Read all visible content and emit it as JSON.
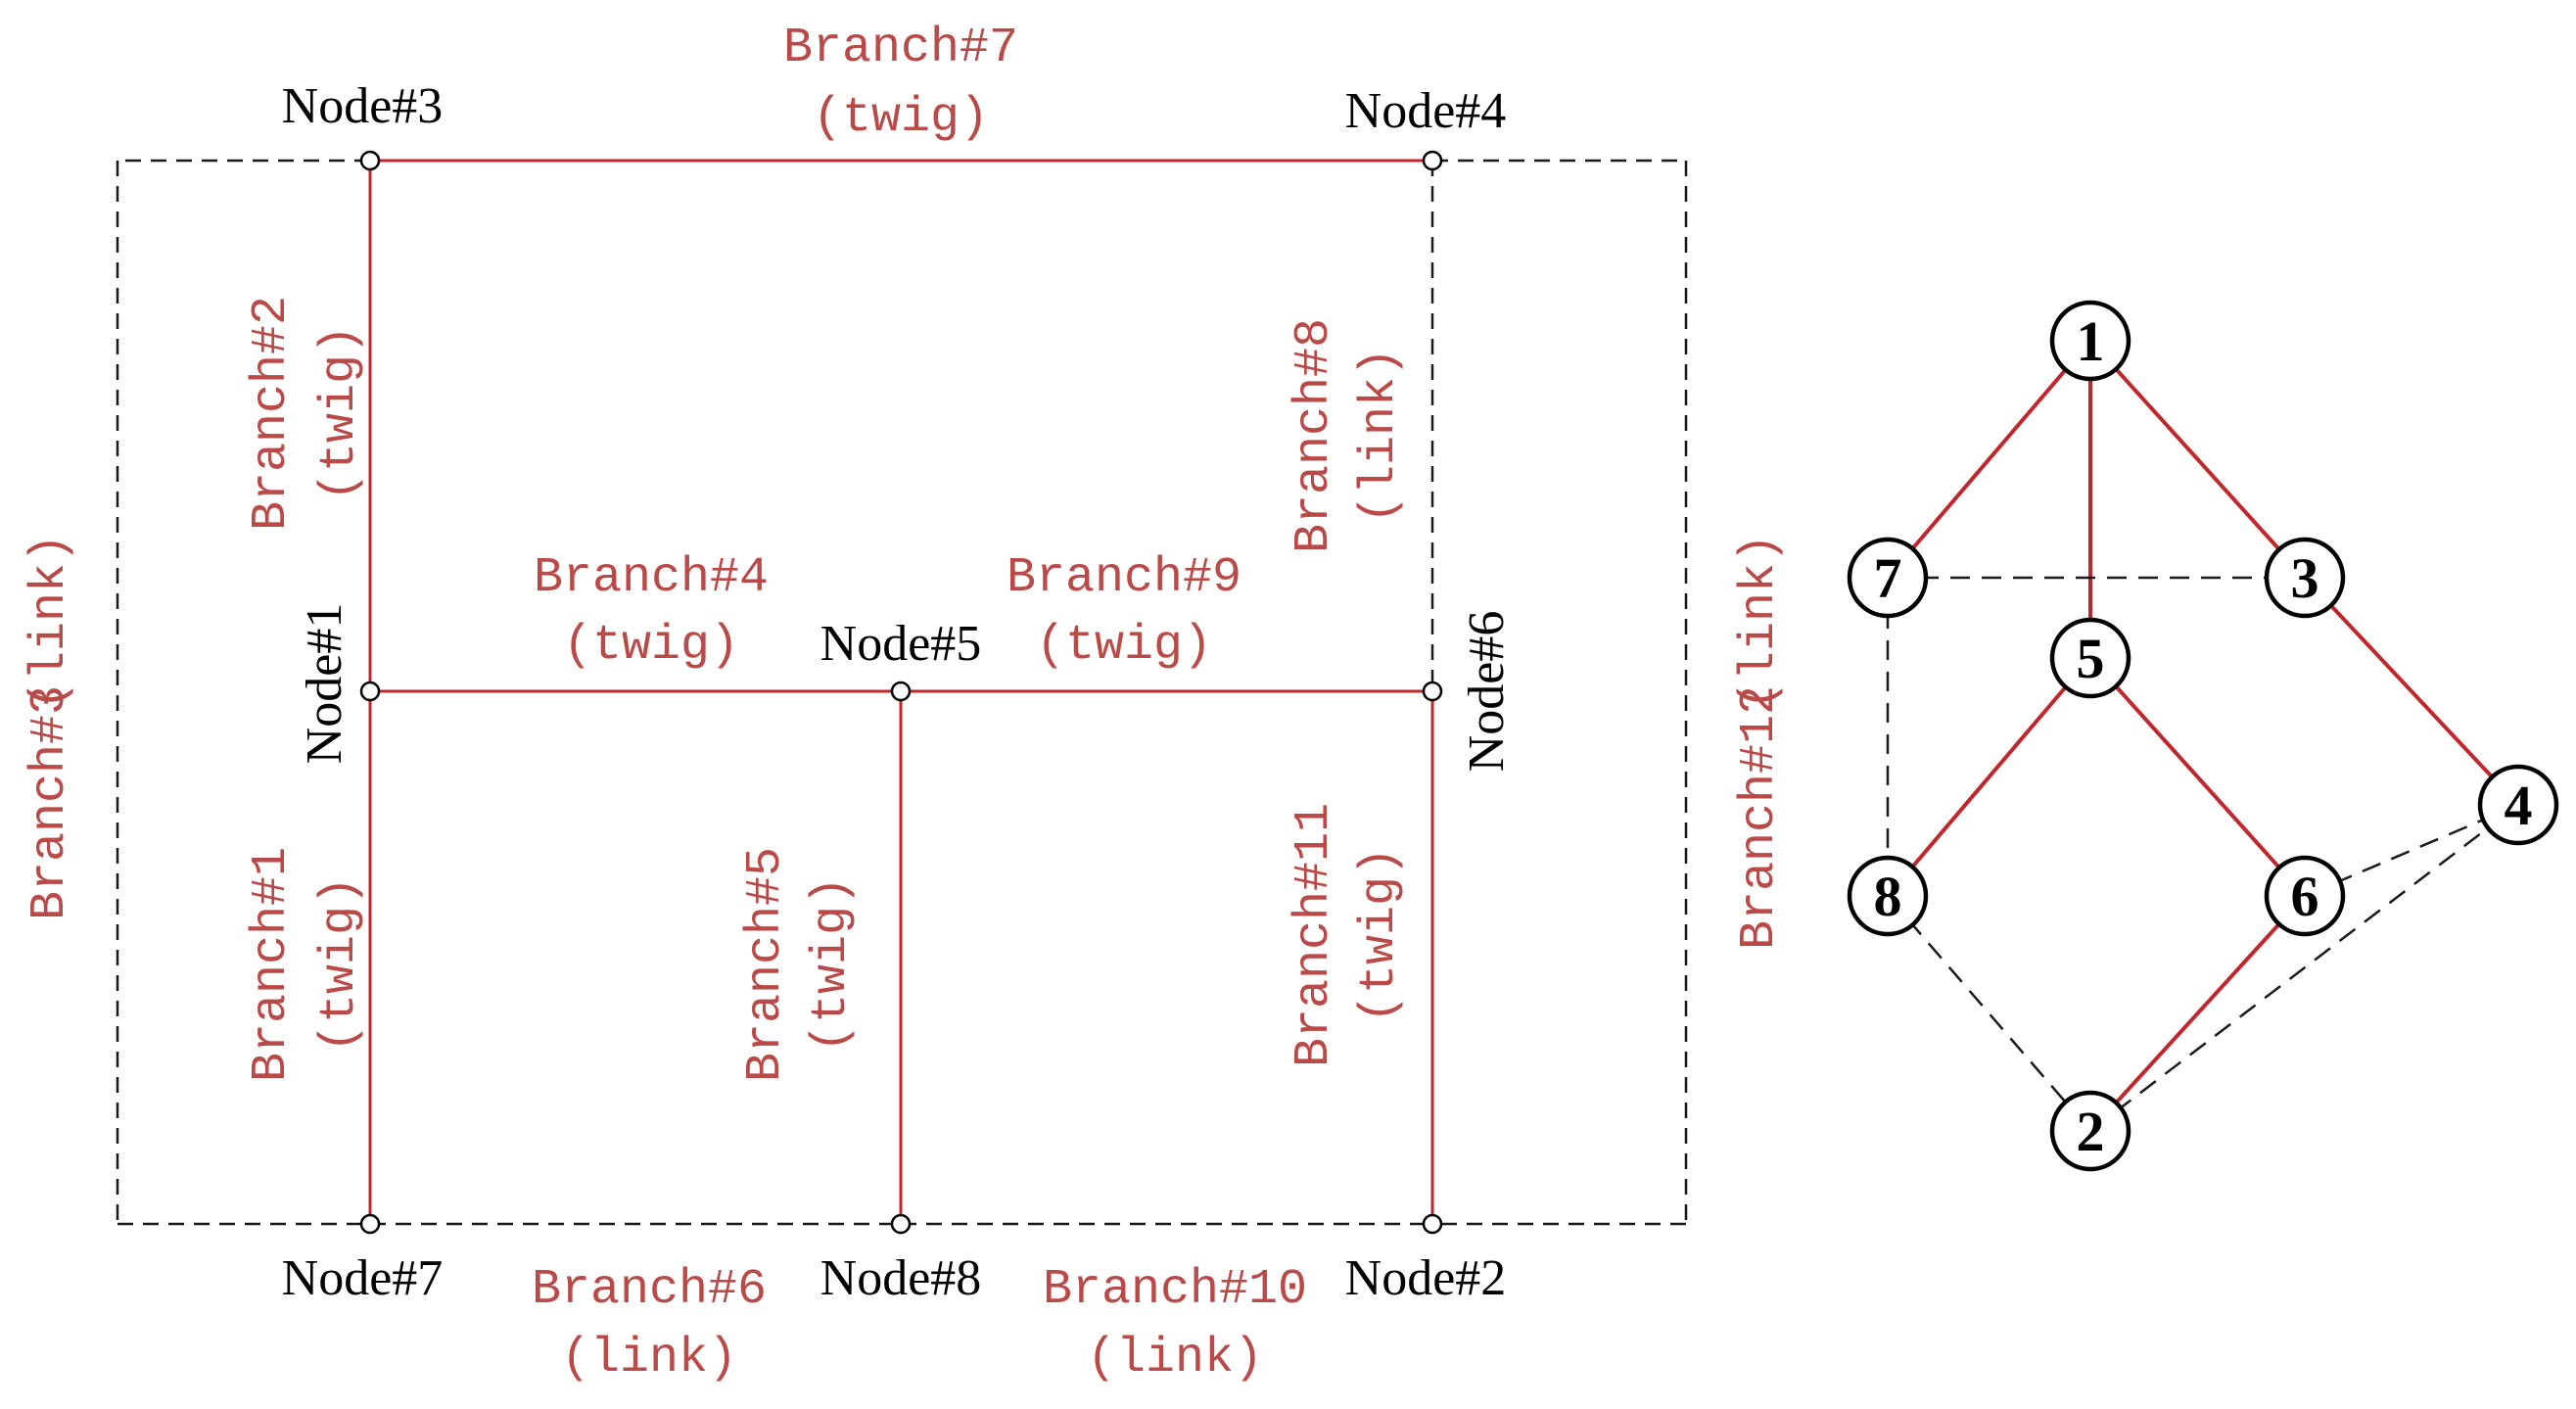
{
  "colors": {
    "twig": "#c0272d",
    "link": "#1a1a1a",
    "branch_text": "#b94a48",
    "node_text": "#000000"
  },
  "circuit": {
    "nodes": {
      "n1": "Node#1",
      "n2": "Node#2",
      "n3": "Node#3",
      "n4": "Node#4",
      "n5": "Node#5",
      "n6": "Node#6",
      "n7": "Node#7",
      "n8": "Node#8"
    },
    "branches": {
      "b1": {
        "name": "Branch#1",
        "type": "(twig)"
      },
      "b2": {
        "name": "Branch#2",
        "type": "(twig)"
      },
      "b3": {
        "name": "Branch#3",
        "type": "(link)"
      },
      "b4": {
        "name": "Branch#4",
        "type": "(twig)"
      },
      "b5": {
        "name": "Branch#5",
        "type": "(twig)"
      },
      "b6": {
        "name": "Branch#6",
        "type": "(link)"
      },
      "b7": {
        "name": "Branch#7",
        "type": "(twig)"
      },
      "b8": {
        "name": "Branch#8",
        "type": "(link)"
      },
      "b9": {
        "name": "Branch#9",
        "type": "(twig)"
      },
      "b10": {
        "name": "Branch#10",
        "type": "(link)"
      },
      "b11": {
        "name": "Branch#11",
        "type": "(twig)"
      },
      "b12": {
        "name": "Branch#12",
        "type": "(link)"
      }
    }
  },
  "graph": {
    "nodes": {
      "g1": "1",
      "g2": "2",
      "g3": "3",
      "g4": "4",
      "g5": "5",
      "g6": "6",
      "g7": "7",
      "g8": "8"
    },
    "edges": [
      {
        "from": "1",
        "to": "7",
        "kind": "twig"
      },
      {
        "from": "1",
        "to": "5",
        "kind": "twig"
      },
      {
        "from": "1",
        "to": "3",
        "kind": "twig"
      },
      {
        "from": "3",
        "to": "4",
        "kind": "twig"
      },
      {
        "from": "5",
        "to": "8",
        "kind": "twig"
      },
      {
        "from": "5",
        "to": "6",
        "kind": "twig"
      },
      {
        "from": "6",
        "to": "2",
        "kind": "twig"
      },
      {
        "from": "7",
        "to": "3",
        "kind": "link"
      },
      {
        "from": "7",
        "to": "8",
        "kind": "link"
      },
      {
        "from": "8",
        "to": "2",
        "kind": "link"
      },
      {
        "from": "6",
        "to": "4",
        "kind": "link"
      },
      {
        "from": "2",
        "to": "4",
        "kind": "link"
      }
    ]
  }
}
